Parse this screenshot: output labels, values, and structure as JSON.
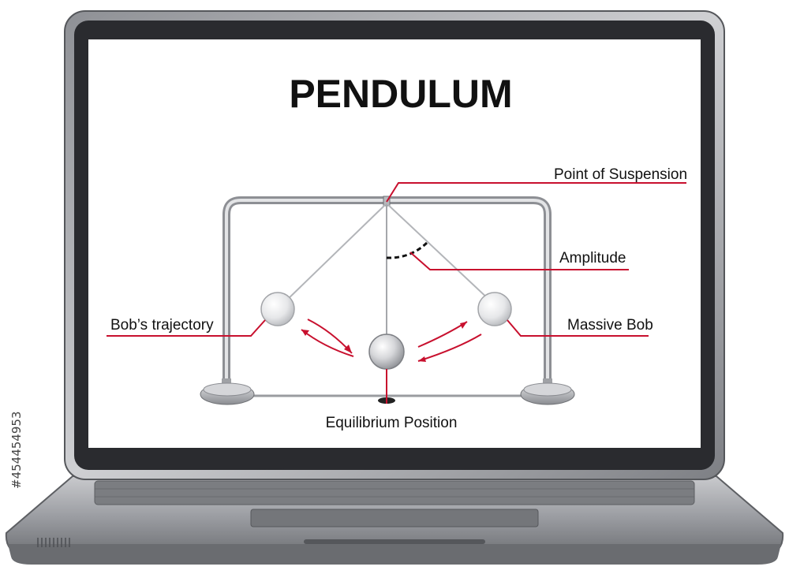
{
  "diagram": {
    "title": "PENDULUM",
    "labels": {
      "point_of_suspension": "Point of Suspension",
      "amplitude": "Amplitude",
      "bobs_trajectory": "Bob’s trajectory",
      "massive_bob": "Massive Bob",
      "equilibrium_position": "Equilibrium Position"
    }
  },
  "watermark": {
    "id": "#454454953"
  },
  "colors": {
    "leader_line": "#c8102e",
    "trajectory_arrow": "#c8102e",
    "laptop_body": "#9a9ca1",
    "bezel": "#2a2b2f",
    "screen": "#ffffff"
  }
}
